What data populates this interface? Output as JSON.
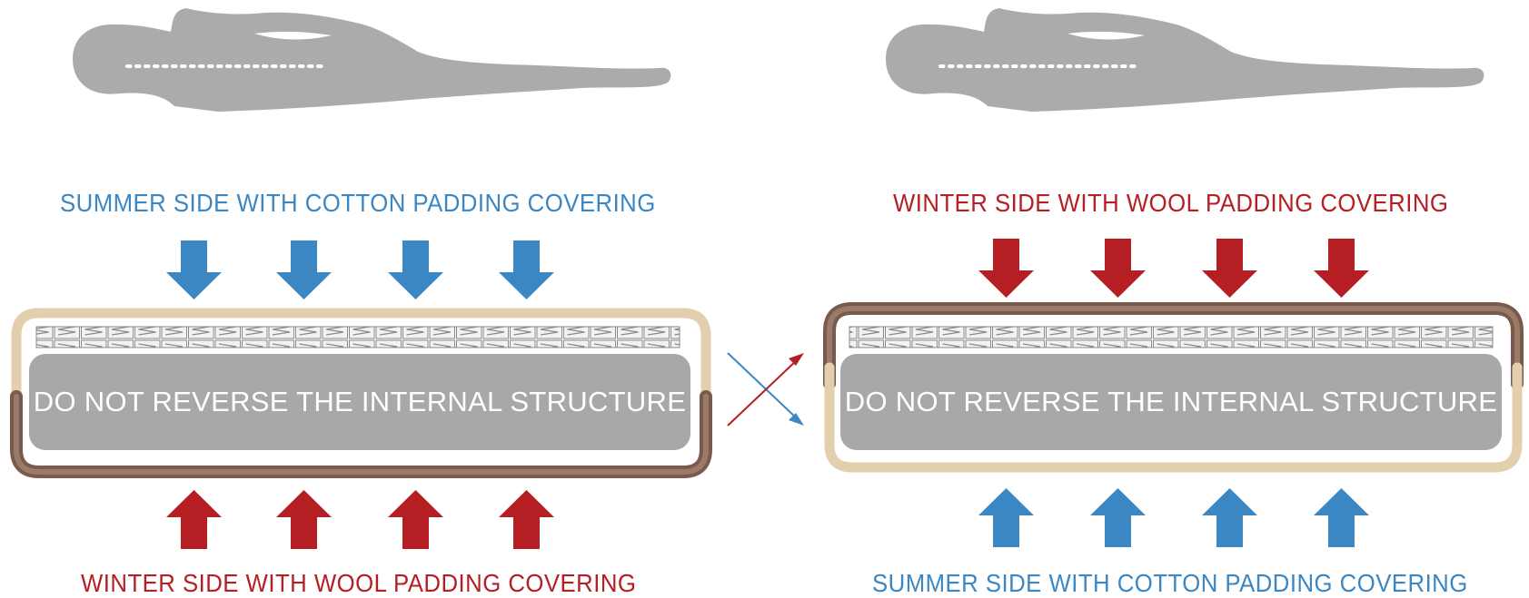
{
  "panels": [
    {
      "id": "left",
      "top_label": "SUMMER SIDE WITH COTTON PADDING COVERING",
      "bottom_label": "WINTER SIDE WITH WOOL PADDING COVERING",
      "core_label": "DO NOT REVERSE THE INTERNAL STRUCTURE"
    },
    {
      "id": "right",
      "top_label": "WINTER SIDE WITH WOOL PADDING COVERING",
      "bottom_label": "SUMMER SIDE WITH COTTON PADDING COVERING",
      "core_label": "DO NOT REVERSE THE INTERNAL STRUCTURE"
    }
  ],
  "colors": {
    "summer": "#3b87c4",
    "winter": "#b51f24",
    "core": "#a8a8a8",
    "silhouette": "#ababab",
    "cotton_border": "#e3cfae",
    "wool_border": "#7a5a4b"
  },
  "icons": {
    "sleeper": "person-silhouette-icon",
    "arrow": "arrow-icon",
    "swap": "swap-cross-arrows-icon",
    "springs": "spring-layer-icon"
  }
}
